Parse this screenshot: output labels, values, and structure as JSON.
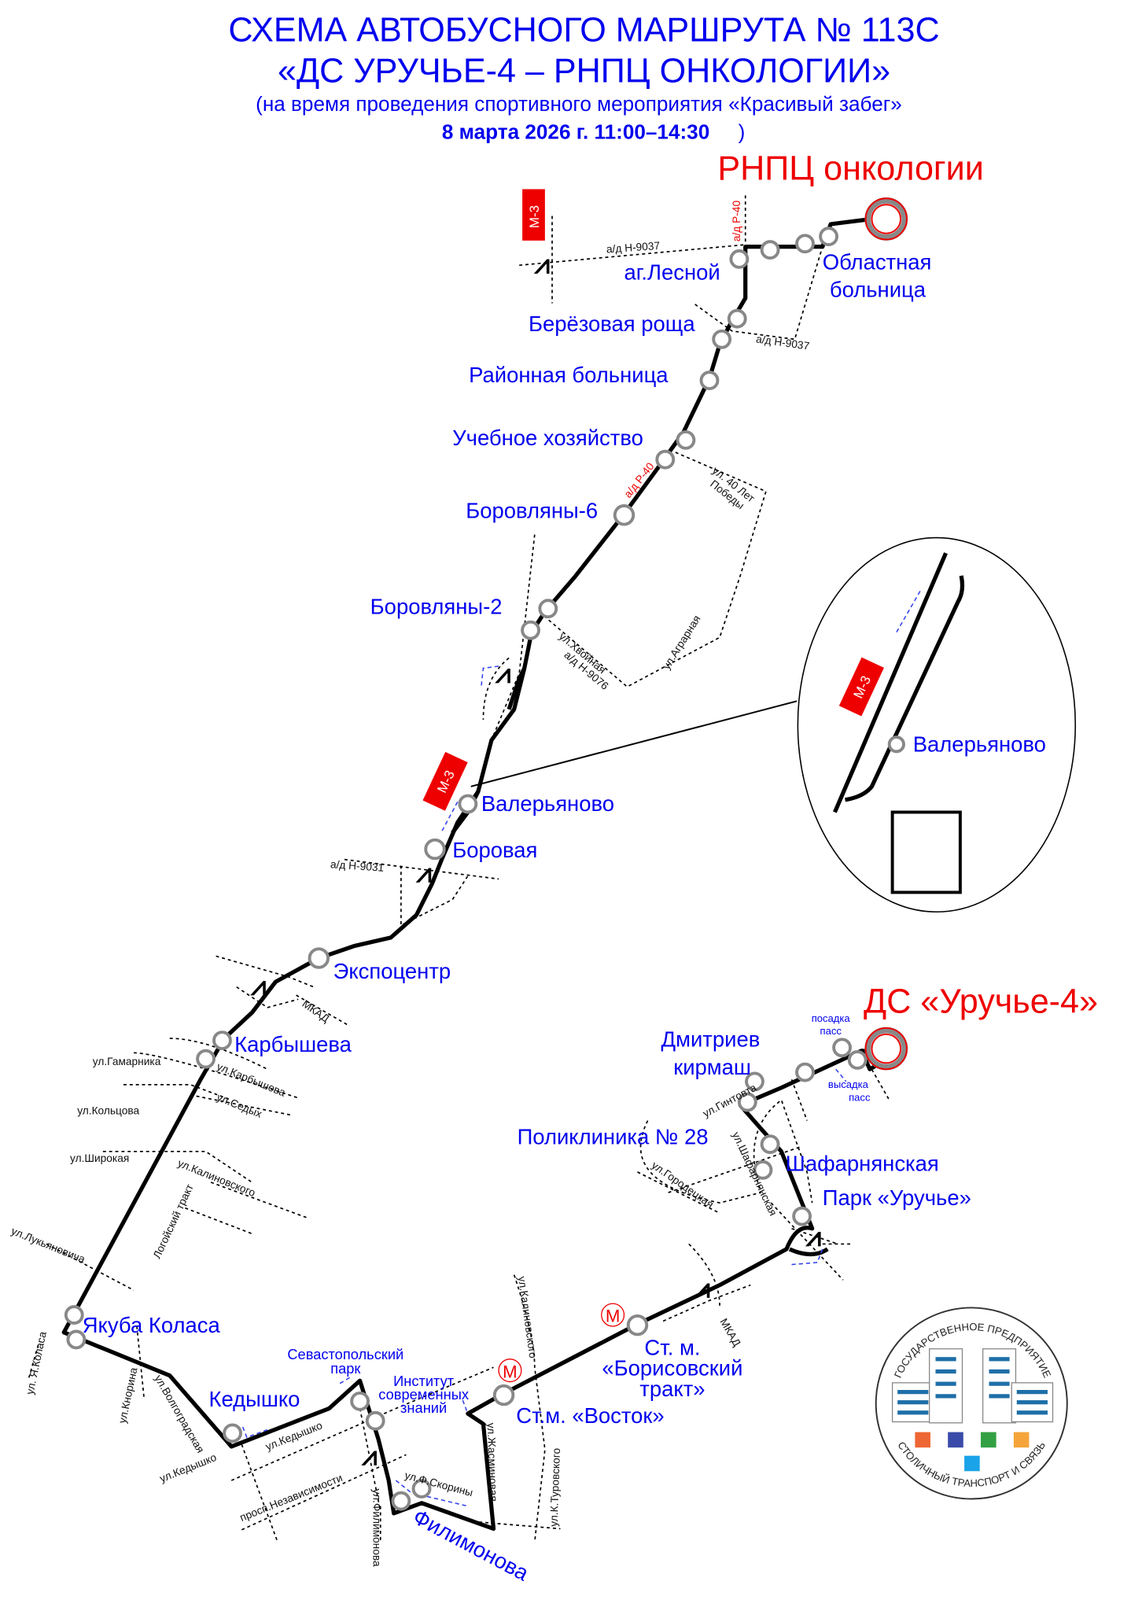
{
  "header": {
    "title_line1": "СХЕМА АВТОБУСНОГО МАРШРУТА № 113С",
    "title_line2": "«ДС УРУЧЬЕ-4 – РНПЦ ОНКОЛОГИИ»",
    "subtitle_line1": "(на время проведения спортивного мероприятия «Красивый забег»",
    "subtitle_date": "8 марта 2026 г. 11:00–14:30",
    "subtitle_close": ")"
  },
  "terminals": {
    "north": "РНПЦ онкологии",
    "south": "ДС «Уручье-4»"
  },
  "stops": {
    "oblastnaya_1": "Областная",
    "oblastnaya_2": "больница",
    "lesnoy": "аг.Лесной",
    "berezovaya": "Берёзовая роща",
    "rayonnaya": "Районная больница",
    "uchebnoe": "Учебное хозяйство",
    "borovlyany6": "Боровляны-6",
    "borovlyany2": "Боровляны-2",
    "valeryanovo": "Валерьяново",
    "borovaya": "Боровая",
    "expocentr": "Экспоцентр",
    "karbysheva": "Карбышева",
    "kolasa": "Якуба Коласа",
    "kedyshko": "Кедышко",
    "sevastopol_1": "Севастопольский",
    "sevastopol_2": "парк",
    "institut_1": "Институт",
    "institut_2": "современных",
    "institut_3": "знаний",
    "filimonova": "Филимонова",
    "vostok": "Ст.м. «Восток»",
    "borisov_1": "Ст. м.",
    "borisov_2": "«Борисовский",
    "borisov_3": "тракт»",
    "park": "Парк «Уручье»",
    "shafar": "Шафарнянская",
    "poliklinika": "Поликлиника № 28",
    "dmitriev_1": "Дмитриев",
    "dmitriev_2": "кирмаш",
    "posadka_1": "посадка",
    "posadka_2": "пасс",
    "vysadka_1": "высадка",
    "vysadka_2": "пасс"
  },
  "roads": {
    "m3": "М-3",
    "p40": "а/д Р-40",
    "h9037": "а/д Н-9037",
    "h9076": "а/д Н-9076",
    "h9031": "а/д Н-9031",
    "mkad": "МКАД"
  },
  "streets": {
    "pobedy_1": "ул. 40 Лет",
    "pobedy_2": "Победы",
    "hvoynaya": "ул.Хвойная",
    "agrarnaya": "ул.Аграрная",
    "gamarnika": "ул.Гамарника",
    "karbysheva": "ул.Карбышева",
    "sedyh": "ул.Седых",
    "koltsova": "ул.Кольцова",
    "shirokaya": "ул.Широкая",
    "kalinovskogo": "ул.Калиновского",
    "logoysky": "Логойский тракт",
    "lukyanovicha": "ул.Лукьяновича",
    "ya_kolasa": "ул. Я.Коласа",
    "knorina": "ул.Кнорина",
    "volgogradskaya": "ул.Волгоградская",
    "kedyshko1": "ул.Кедышко",
    "kedyshko2": "ул.Кедышко",
    "nezavisimosti": "просп.Независимости",
    "filimonova": "ул.Филимонова",
    "skoriny": "ул.Ф.Скорины",
    "zhasminovaya": "ул.Жасминовая",
    "kalinovskogo2": "ул.Калиновского",
    "turovskogo": "ул.К.Туровского",
    "gintovta": "ул.Гинтовта",
    "shafarnyanskaya": "ул.Шафарнянская",
    "gorodetskaya": "ул.Городецкая"
  },
  "metro_symbol": "М",
  "inset": {
    "m3": "М-3",
    "stop": "Валерьяново"
  },
  "logo": {
    "top_text": "ГОСУДАРСТВЕННОЕ ПРЕДПРИЯТИЕ",
    "bottom_text": "СТОЛИЧНЫЙ ТРАНСПОРТ И СВЯЗЬ",
    "colors": [
      "#ee6633",
      "#3a4aa8",
      "#33a043",
      "#f5a43a",
      "#1aa3e8"
    ]
  },
  "colors": {
    "route": "#000000",
    "stop_label": "#0000ee",
    "terminal": "#ee0000"
  }
}
